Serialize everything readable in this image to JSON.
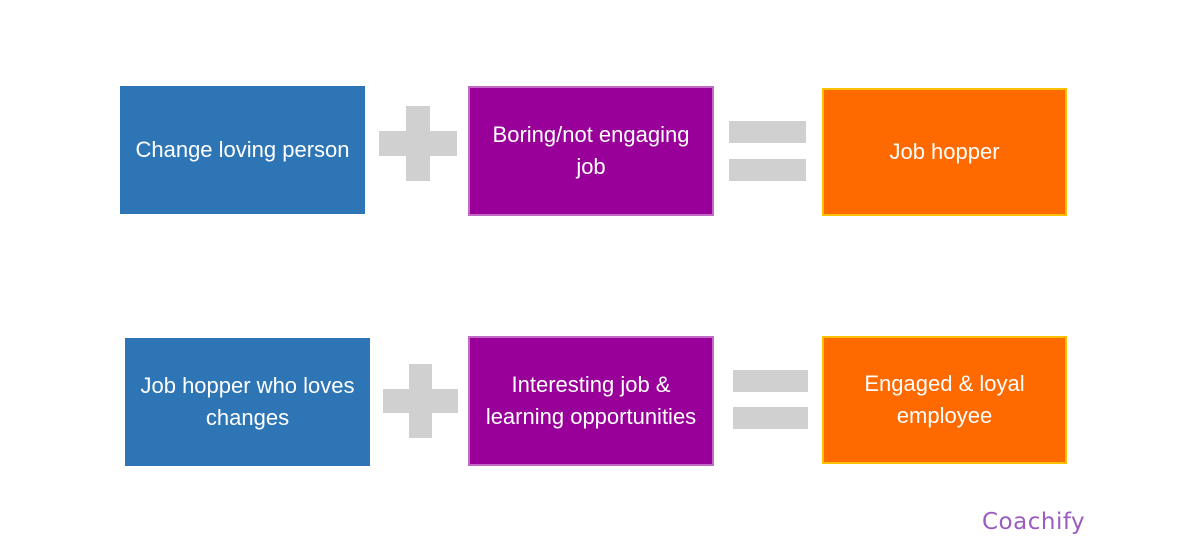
{
  "rows": [
    {
      "term1": "Change loving person",
      "term2": "Boring/not engaging job",
      "result": "Job hopper"
    },
    {
      "term1": "Job hopper who loves changes",
      "term2": "Interesting job & learning opportunities",
      "result": "Engaged & loyal employee"
    }
  ],
  "operators": {
    "plus": "plus-sign",
    "equals": "equals-sign"
  },
  "colors": {
    "blue": "#2e75b6",
    "purple": "#990099",
    "orange": "#ff6a00",
    "operator_gray": "#d0d0d0",
    "logo_purple": "#9b5cc0"
  },
  "brand": {
    "logo_text": "Coachify"
  }
}
